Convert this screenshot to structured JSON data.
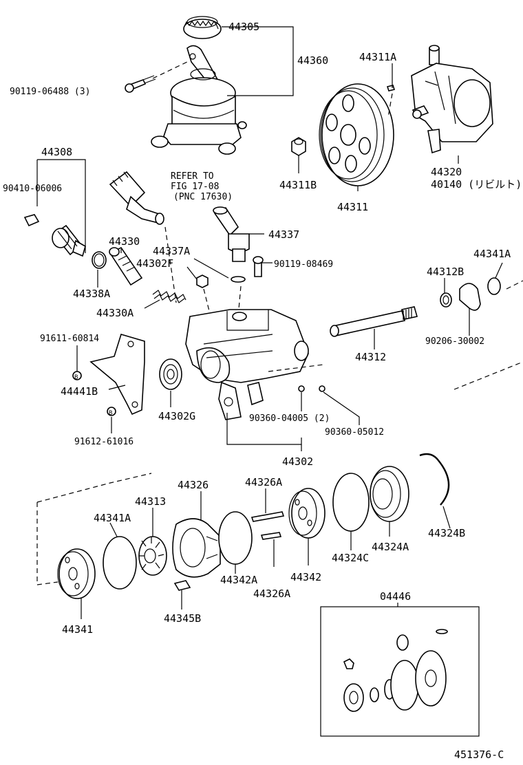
{
  "diagram_code": "451376-C",
  "parts": {
    "p44305": "44305",
    "p44360": "44360",
    "p90119_06488": "90119-06488 (3)",
    "p44308": "44308",
    "p90410_06006": "90410-06006",
    "refer_line1": "REFER TO",
    "refer_line2": "FIG 17-08",
    "refer_line3": "(PNC 17630)",
    "p44311A": "44311A",
    "p44311B": "44311B",
    "p44311": "44311",
    "p44320": "44320",
    "p40140": "40140 (リビルト)",
    "p44337": "44337",
    "p44330": "44330",
    "p44337A": "44337A",
    "p44302F": "44302F",
    "p90119_08469": "90119-08469",
    "p44338A": "44338A",
    "p44330A": "44330A",
    "p44341A_top": "44341A",
    "p44312B": "44312B",
    "p90206_30002": "90206-30002",
    "p44312": "44312",
    "p91611_60814": "91611-60814",
    "p44441B": "44441B",
    "p44302G": "44302G",
    "p90360_04005": "90360-04005 (2)",
    "p90360_05012": "90360-05012",
    "p91612_61016": "91612-61016",
    "p44302": "44302",
    "p44326": "44326",
    "p44326A_top": "44326A",
    "p44313": "44313",
    "p44341A": "44341A",
    "p44324C": "44324C",
    "p44324A": "44324A",
    "p44324B": "44324B",
    "p44342A": "44342A",
    "p44342": "44342",
    "p44326A_bot": "44326A",
    "p44341": "44341",
    "p44345B": "44345B",
    "p04446": "04446",
    "bolt_marker": "B"
  }
}
